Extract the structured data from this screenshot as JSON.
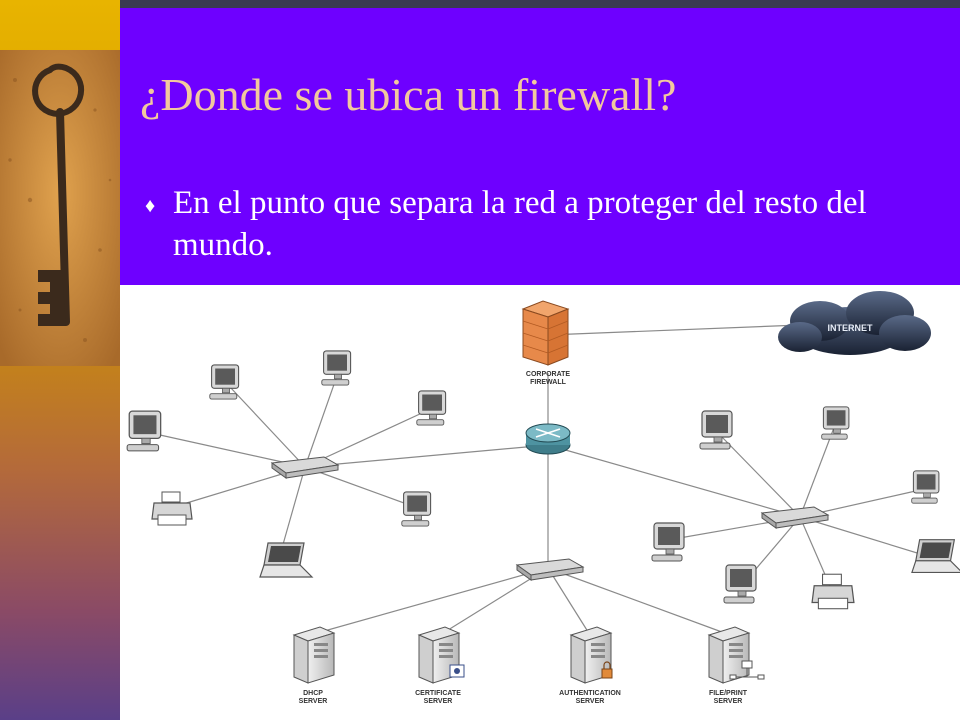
{
  "slide": {
    "title": "¿Donde se ubica un firewall?",
    "bullet_icon": "diamond-icon",
    "bullet_text": "En el punto que separa la red a proteger del resto del mundo."
  },
  "colors": {
    "header_bg": "#6e00ff",
    "title_text": "#f2c89e",
    "bullet_text": "#ffffff",
    "left_band_top": "#e8b400",
    "left_band_bottom": "#5a3f88"
  },
  "diagram": {
    "firewall_label": [
      "CORPORATE",
      "FIREWALL"
    ],
    "internet_label": "INTERNET",
    "servers": [
      {
        "line1": "DHCP",
        "line2": "SERVER"
      },
      {
        "line1": "CERTIFICATE",
        "line2": "SERVER"
      },
      {
        "line1": "AUTHENTICATION",
        "line2": "SERVER"
      },
      {
        "line1": "FILE/PRINT",
        "line2": "SERVER"
      }
    ]
  }
}
